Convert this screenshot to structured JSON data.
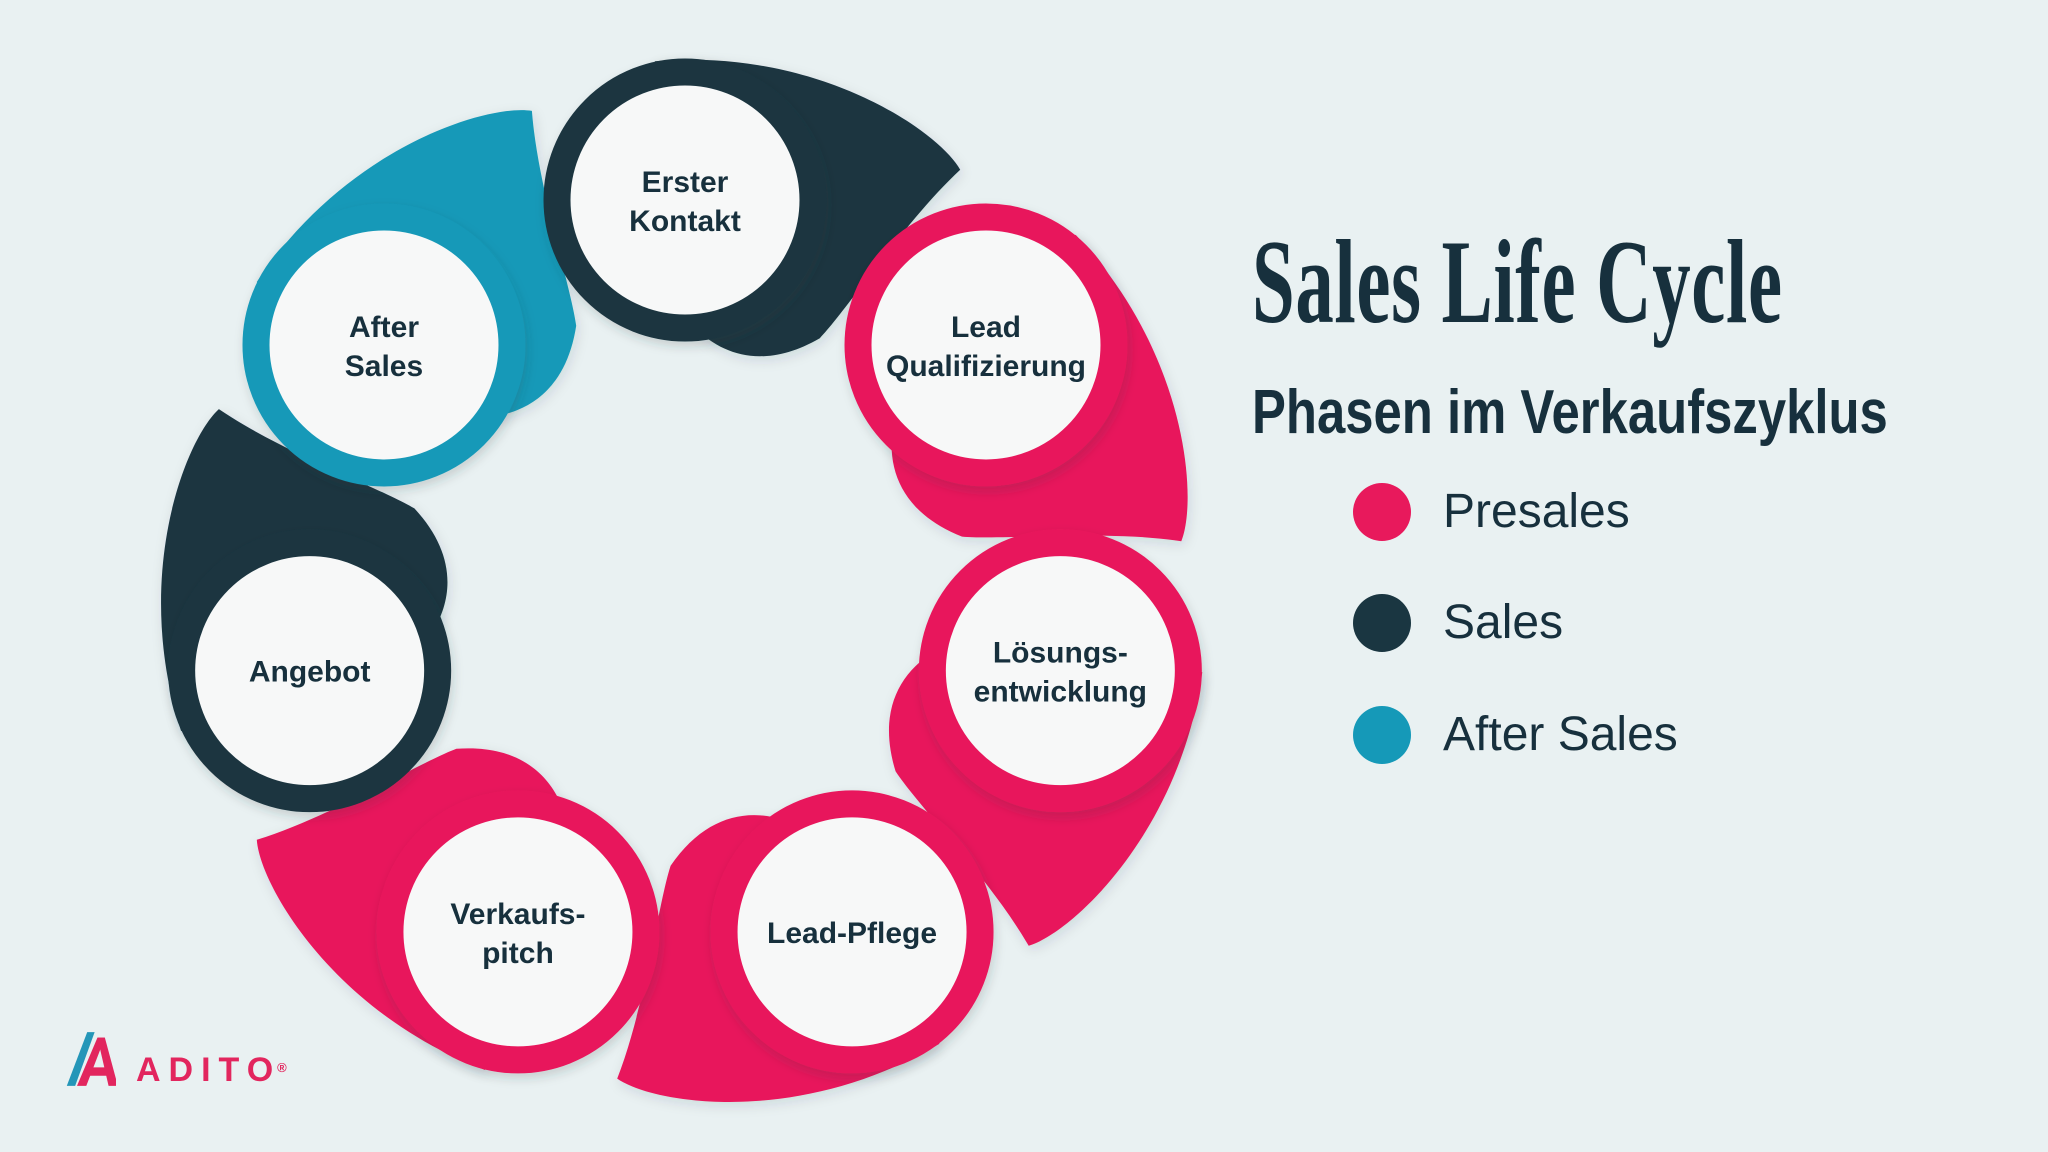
{
  "title": "Sales Life Cycle",
  "subtitle": "Phasen im Verkaufszyklus",
  "legend": [
    {
      "label": "Presales",
      "phase": "Presales"
    },
    {
      "label": "Sales",
      "phase": "Sales"
    },
    {
      "label": "After Sales",
      "phase": "After Sales"
    }
  ],
  "cycle_nodes": [
    {
      "label": "Erster Kontakt",
      "lines": [
        "Erster",
        "Kontakt"
      ],
      "phase": "Sales"
    },
    {
      "label": "Lead Qualifizierung",
      "lines": [
        "Lead",
        "Qualifizierung"
      ],
      "phase": "Presales"
    },
    {
      "label": "Lösungsentwicklung",
      "lines": [
        "Lösungs-",
        "entwicklung"
      ],
      "phase": "Presales"
    },
    {
      "label": "Lead-Pflege",
      "lines": [
        "Lead-Pflege"
      ],
      "phase": "Presales"
    },
    {
      "label": "Verkaufspitch",
      "lines": [
        "Verkaufs-",
        "pitch"
      ],
      "phase": "Presales"
    },
    {
      "label": "Angebot",
      "lines": [
        "Angebot"
      ],
      "phase": "Sales"
    },
    {
      "label": "After Sales",
      "lines": [
        "After",
        "Sales"
      ],
      "phase": "After Sales"
    }
  ],
  "phase_colors": {
    "Presales": "#e8195c",
    "Sales": "#1a3641",
    "After Sales": "#1599b8"
  },
  "logo": {
    "text": "ADITO",
    "registered": "®",
    "mark_teal": "#2496b8",
    "mark_pink": "#e2265e",
    "text_color": "#e2265e"
  },
  "colors": {
    "background": "#e9f1f2",
    "heading_text": "#17303d",
    "node_label_text": "#17303d",
    "node_fill": "#f7f8f8"
  }
}
